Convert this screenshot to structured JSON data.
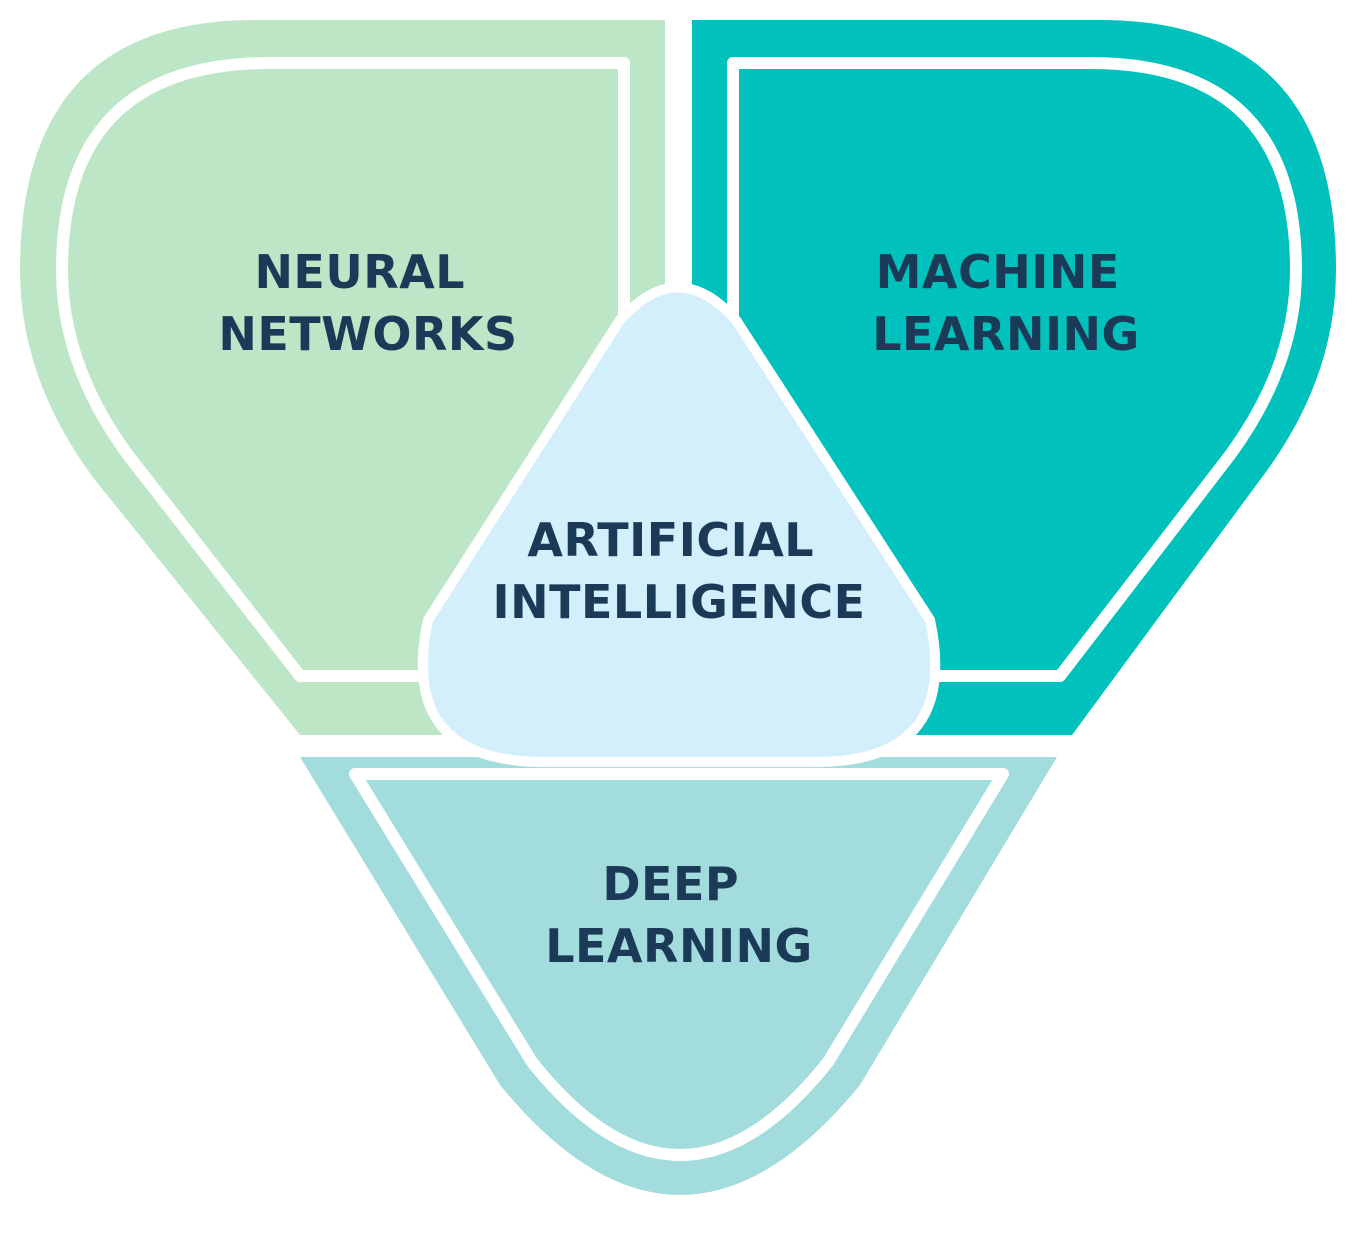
{
  "segments": {
    "neural_networks": {
      "line1": "NEURAL",
      "line2": "NETWORKS",
      "color": "#bde6c7"
    },
    "machine_learning": {
      "line1": "MACHINE",
      "line2": "LEARNING",
      "color": "#00c1bb"
    },
    "deep_learning": {
      "line1": "DEEP",
      "line2": "LEARNING",
      "color": "#a3dcdc"
    },
    "artificial_intelligence": {
      "line1": "ARTIFICIAL",
      "line2": "INTELLIGENCE",
      "color": "#d3effb"
    }
  },
  "text_color": "#1b3a57"
}
